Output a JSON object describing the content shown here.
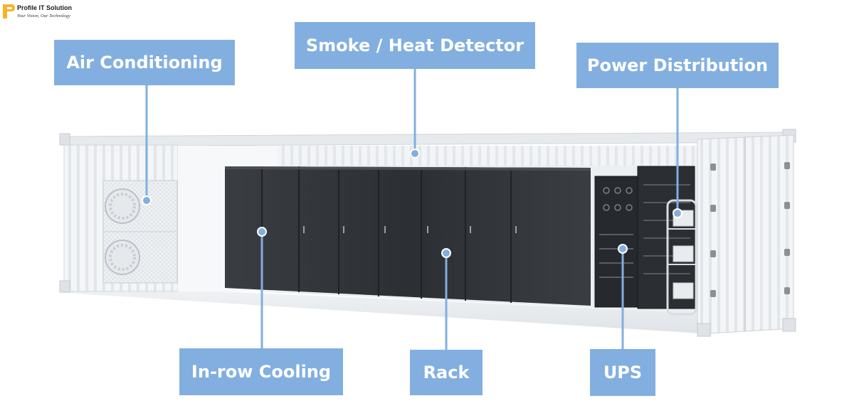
{
  "logo": {
    "name": "Profile IT Solution",
    "tagline": "Your Vision, Our Technology",
    "brand_color": "#f5b32b"
  },
  "labels": {
    "air_conditioning": "Air Conditioning",
    "smoke_heat_detector": "Smoke / Heat Detector",
    "power_distribution": "Power Distribution",
    "in_row_cooling": "In-row Cooling",
    "rack": "Rack",
    "ups": "UPS"
  },
  "colors": {
    "label_background": "#82afe0",
    "label_text": "#ffffff",
    "connector": "#82afe0",
    "rack_dark": "#2f3237",
    "container_frame": "#e9ecef"
  }
}
